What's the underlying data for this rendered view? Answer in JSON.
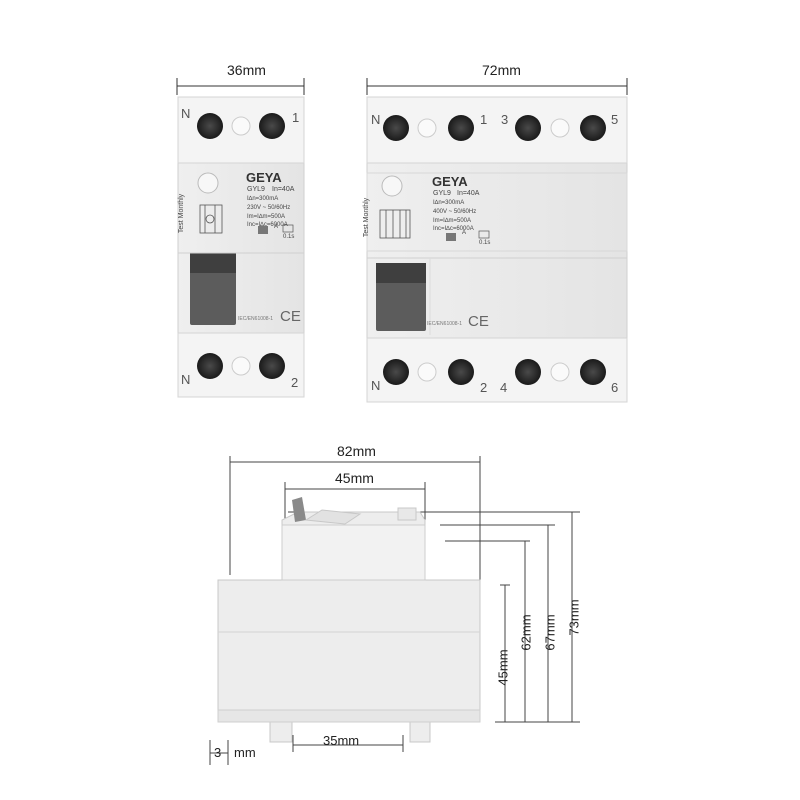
{
  "top_dimensions": {
    "width_2p": "36mm",
    "width_4p": "72mm"
  },
  "device_2p": {
    "brand": "GEYA",
    "model": "GYL9",
    "rating": "In=40A",
    "sensitivity": "I∆n=300mA",
    "voltage": "230V ~ 50/60Hz",
    "im": "Im=I∆m=500A",
    "inc": "Inc=I∆c=6000A",
    "type": "A",
    "time": "0.1s",
    "test_label": "Test Monthly",
    "standard": "IEC/EN61008-1",
    "mark": "CE",
    "terminals_top": [
      "N",
      "1"
    ],
    "terminals_bottom": [
      "N",
      "2"
    ]
  },
  "device_4p": {
    "brand": "GEYA",
    "model": "GYL9",
    "rating": "In=40A",
    "sensitivity": "I∆n=300mA",
    "voltage": "400V ~ 50/60Hz",
    "im": "Im=I∆m=500A",
    "inc": "Inc=I∆c=6000A",
    "type": "A",
    "time": "0.1s",
    "test_label": "Test Monthly",
    "standard": "IEC/EN61008-1",
    "mark": "CE",
    "terminals_top": [
      "N",
      "1",
      "3",
      "5"
    ],
    "terminals_bottom": [
      "N",
      "2",
      "4",
      "6"
    ]
  },
  "side_dimensions": {
    "depth": "82mm",
    "front": "45mm",
    "rail": "35mm",
    "foot": "3",
    "foot_unit": "mm",
    "h45": "45mm",
    "h62": "62mm",
    "h67": "67mm",
    "h73": "73mm"
  }
}
